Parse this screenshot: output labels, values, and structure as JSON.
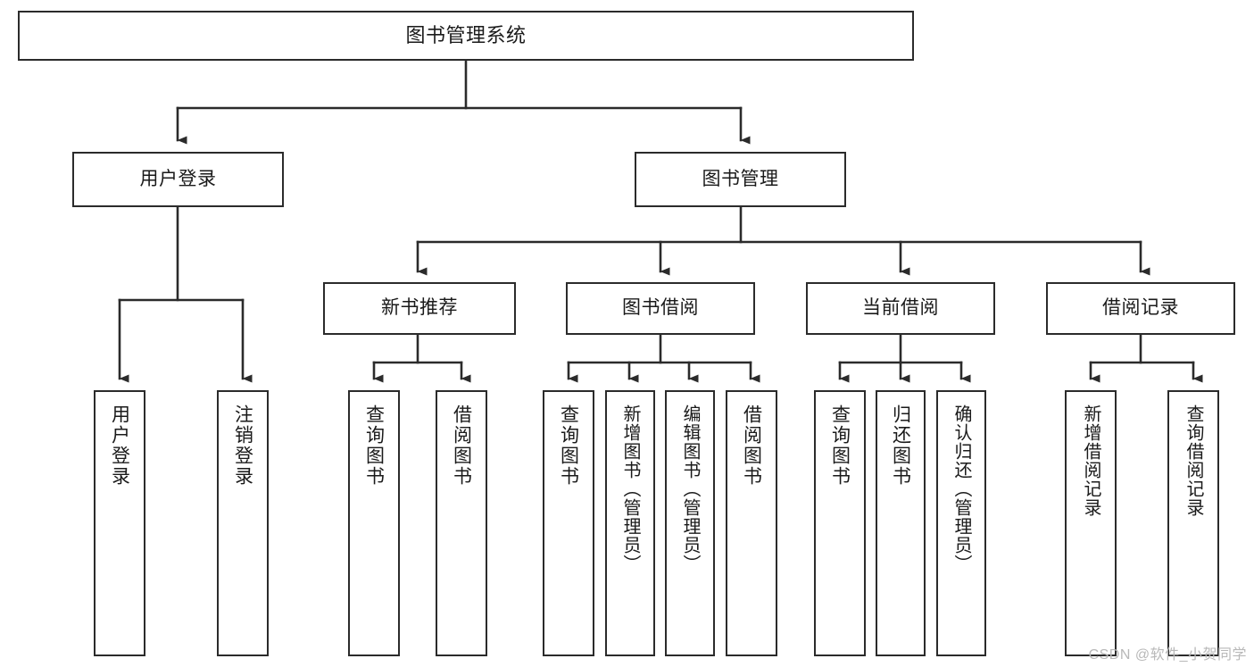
{
  "diagram": {
    "title": "图书管理系统",
    "type": "tree-hierarchy-chart",
    "watermark": "CSDN @软件_小贺同学",
    "style": {
      "box_border_color": "#2b2b2b",
      "box_fill_color": "#ffffff",
      "connector_color": "#2b2b2b",
      "background_color": "#ffffff",
      "watermark_color": "#b8b8b8"
    },
    "levels": {
      "root": {
        "label": "图书管理系统"
      },
      "level2": [
        {
          "label": "用户登录"
        },
        {
          "label": "图书管理"
        }
      ],
      "level3": [
        {
          "label": "新书推荐"
        },
        {
          "label": "图书借阅"
        },
        {
          "label": "当前借阅"
        },
        {
          "label": "借阅记录"
        }
      ],
      "leaves": {
        "user_login": [
          {
            "label": "用户登录"
          },
          {
            "label": "注销登录"
          }
        ],
        "new_book_recommend": [
          {
            "label": "查询图书"
          },
          {
            "label": "借阅图书"
          }
        ],
        "book_borrow": [
          {
            "label": "查询图书"
          },
          {
            "label": "新增图书（管理员）"
          },
          {
            "label": "编辑图书（管理员）"
          },
          {
            "label": "借阅图书"
          }
        ],
        "current_borrow": [
          {
            "label": "查询图书"
          },
          {
            "label": "归还图书"
          },
          {
            "label": "确认归还（管理员）"
          }
        ],
        "borrow_record": [
          {
            "label": "新增借阅记录"
          },
          {
            "label": "查询借阅记录"
          }
        ]
      }
    }
  }
}
